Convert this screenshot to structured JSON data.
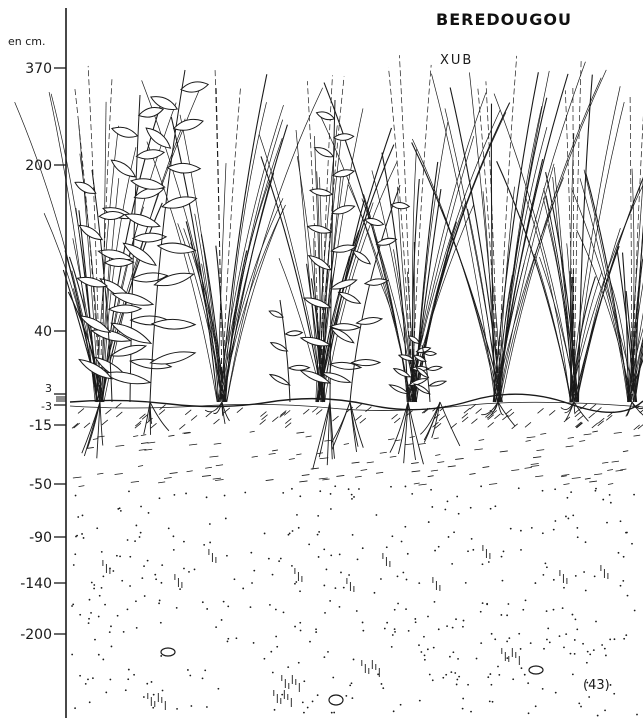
{
  "title": "BEREDOUGOU",
  "subtitle": "XUB",
  "unit_label": "en cm.",
  "figure_number": "(43)",
  "scale_ticks": [
    {
      "label": "370",
      "value": 370
    },
    {
      "label": "200",
      "value": 200
    },
    {
      "label": "40",
      "value": 40
    },
    {
      "label": "3",
      "value": 3
    },
    {
      "label": "-3",
      "value": -3
    },
    {
      "label": "-15",
      "value": -15
    },
    {
      "label": "-50",
      "value": -50
    },
    {
      "label": "-90",
      "value": -90
    },
    {
      "label": "-140",
      "value": -140
    },
    {
      "label": "-200",
      "value": -200
    }
  ],
  "colors": {
    "ink": "#1a1a1a",
    "paper": "#ffffff"
  }
}
